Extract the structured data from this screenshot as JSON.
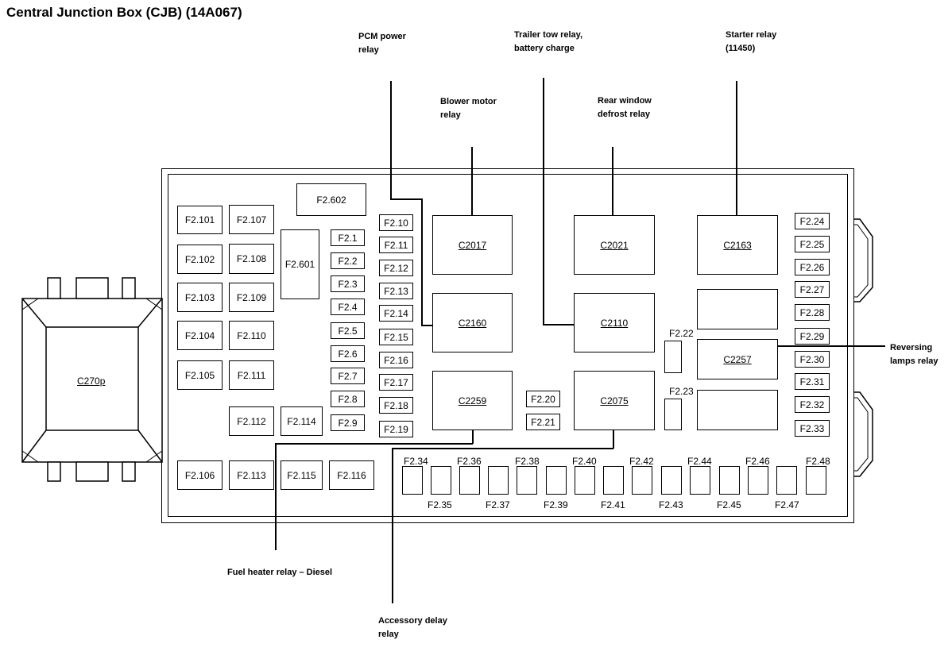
{
  "title": "Central Junction Box (CJB) (14A067)",
  "callouts": {
    "pcm_power": [
      "PCM power",
      "relay"
    ],
    "trailer_tow": [
      "Trailer tow relay,",
      "battery charge"
    ],
    "starter": [
      "Starter relay",
      "(11450)"
    ],
    "blower": [
      "Blower motor",
      "relay"
    ],
    "rear_window": [
      "Rear window",
      "defrost relay"
    ],
    "reversing": [
      "Reversing",
      "lamps relay"
    ],
    "fuel_heater": [
      "Fuel heater relay – Diesel"
    ],
    "accessory": [
      "Accessory delay",
      "relay"
    ]
  },
  "connectors": {
    "c270p": "C270p",
    "c2017": "C2017",
    "c2021": "C2021",
    "c2163": "C2163",
    "c2160": "C2160",
    "c2110": "C2110",
    "c2257": "C2257",
    "c2259": "C2259",
    "c2075": "C2075"
  },
  "fuses": {
    "left": [
      "F2.101",
      "F2.107",
      "F2.102",
      "F2.108",
      "F2.103",
      "F2.109",
      "F2.104",
      "F2.110",
      "F2.105",
      "F2.111",
      "F2.112",
      "F2.114",
      "F2.106",
      "F2.113",
      "F2.115",
      "F2.116"
    ],
    "f2_601": "F2.601",
    "f2_602": "F2.602",
    "col_a": [
      "F2.1",
      "F2.2",
      "F2.3",
      "F2.4",
      "F2.5",
      "F2.6",
      "F2.7",
      "F2.8",
      "F2.9"
    ],
    "col_b": [
      "F2.10",
      "F2.11",
      "F2.12",
      "F2.13",
      "F2.14",
      "F2.15",
      "F2.16",
      "F2.17",
      "F2.18",
      "F2.19"
    ],
    "mid": [
      "F2.20",
      "F2.21"
    ],
    "f2_22": "F2.22",
    "f2_23": "F2.23",
    "col_right": [
      "F2.24",
      "F2.25",
      "F2.26",
      "F2.27",
      "F2.28",
      "F2.29",
      "F2.30",
      "F2.31",
      "F2.32",
      "F2.33"
    ],
    "bottom_top": [
      "F2.34",
      "F2.36",
      "F2.38",
      "F2.40",
      "F2.42",
      "F2.44",
      "F2.46",
      "F2.48"
    ],
    "bottom_low": [
      "F2.35",
      "F2.37",
      "F2.39",
      "F2.41",
      "F2.43",
      "F2.45",
      "F2.47"
    ]
  }
}
